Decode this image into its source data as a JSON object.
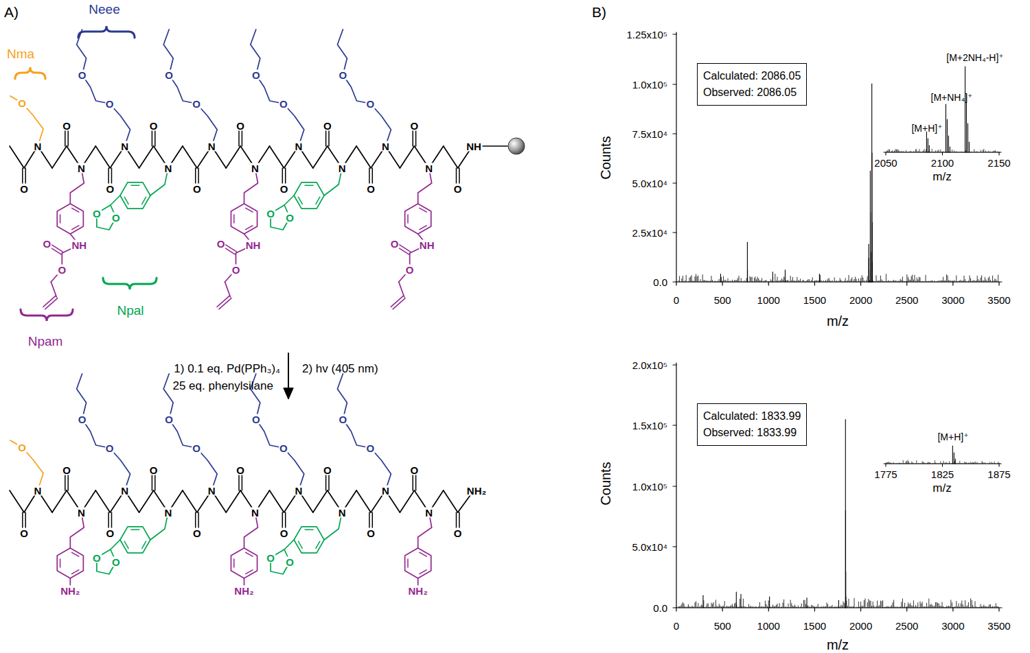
{
  "diagram": {
    "nodes": [
      {
        "text": [
          "Calculated: 2086.05",
          "Observed: 2086.05"
        ]
      },
      {
        "text": [
          "Calculated: 1833.99",
          "Observed: 1833.99"
        ]
      }
    ],
    "labels": [
      "A)",
      "Neee",
      "Nma",
      "Npal",
      "Npam",
      "O",
      "N",
      "O",
      "O",
      "N",
      "NH",
      "O",
      "O",
      "O",
      "N",
      "O",
      "O",
      "O",
      "N",
      "O",
      "O",
      "O",
      "N",
      "O",
      "O",
      "O",
      "N",
      "NH",
      "O",
      "O",
      "O",
      "N",
      "O",
      "O",
      "O",
      "N",
      "O",
      "O",
      "O",
      "N",
      "O",
      "O",
      "O",
      "N",
      "NH",
      "O",
      "O",
      "O",
      "NH",
      "1) 0.1 eq. Pd(PPh₃)₄",
      "25 eq. phenylsilane",
      "2) hv (405 nm)",
      "O",
      "N",
      "O",
      "O",
      "N",
      "NH₂",
      "O",
      "N",
      "O",
      "O",
      "O",
      "N",
      "O",
      "O",
      "O",
      "N",
      "O",
      "O",
      "O",
      "N",
      "NH₂",
      "O",
      "N",
      "O",
      "O",
      "O",
      "N",
      "O",
      "O",
      "O",
      "N",
      "O",
      "O",
      "O",
      "N",
      "NH₂",
      "O",
      "NH₂",
      "B)",
      "1.25x10⁵",
      "1.0x10⁵",
      "7.5x10⁴",
      "5.0x10⁴",
      "2.5x10⁴",
      "0.0",
      "Counts",
      "0",
      "500",
      "1000",
      "1500",
      "2000",
      "2500",
      "3000",
      "3500",
      "m/z",
      "[M+2NH₄-H]⁺",
      "[M+NH₄]⁺",
      "[M+H]⁺",
      "2050",
      "2100",
      "2150",
      "m/z",
      "2.0x10⁵",
      "1.5x10⁵",
      "1.0x10⁵",
      "5.0x10⁴",
      "0.0",
      "Counts",
      "0",
      "500",
      "1000",
      "1500",
      "2000",
      "2500",
      "3000",
      "3500",
      "m/z",
      "[M+H]⁺",
      "1775",
      "1825",
      "1875",
      "m/z"
    ]
  }
}
